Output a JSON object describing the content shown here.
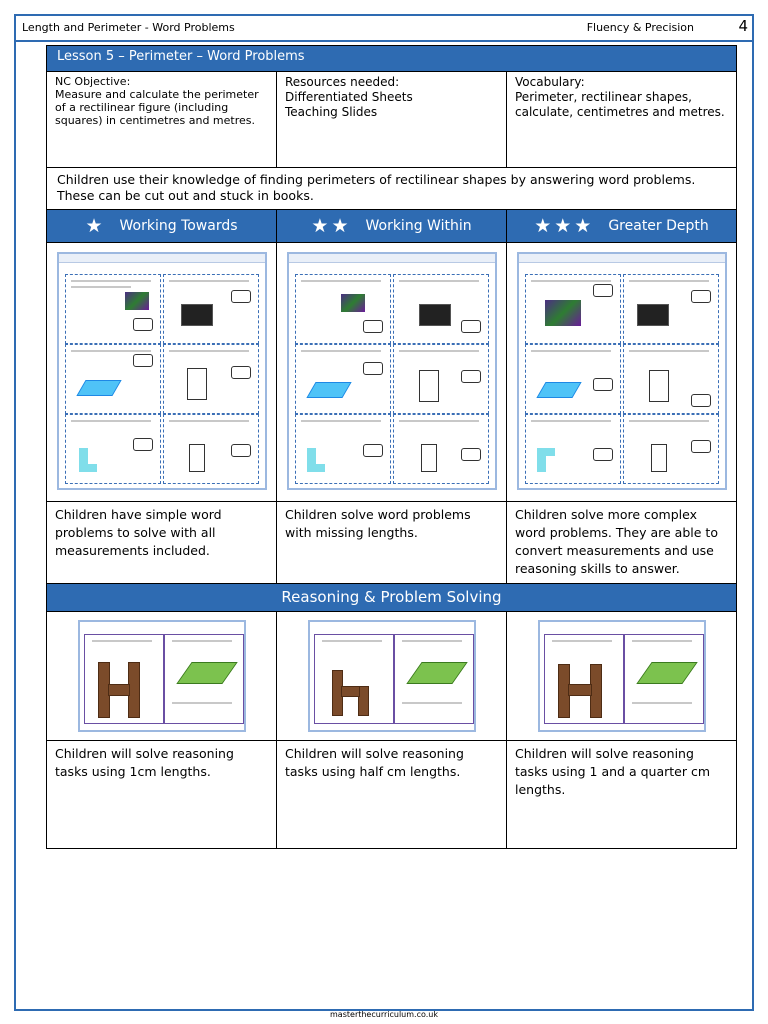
{
  "header": {
    "left": "Length and Perimeter -  Word Problems",
    "right": "Fluency & Precision",
    "page": "4"
  },
  "lesson": {
    "title": "Lesson 5 – Perimeter – Word Problems",
    "objective_label": "NC Objective:",
    "objective": "Measure and calculate the perimeter of a rectilinear figure (including squares) in centimetres and metres.",
    "resources_label": "Resources needed:",
    "resources": [
      "Differentiated Sheets",
      "Teaching Slides"
    ],
    "vocabulary_label": "Vocabulary:",
    "vocabulary": "Perimeter, rectilinear shapes, calculate, centimetres and metres.",
    "summary": "Children use their knowledge of finding perimeters of rectilinear shapes by answering word problems. These can be cut out and stuck in books."
  },
  "levels": [
    {
      "label": "Working Towards",
      "stars": "★",
      "description": "Children have simple word problems to solve with all measurements included."
    },
    {
      "label": "Working Within",
      "stars": "★★",
      "description": "Children solve word problems with missing lengths."
    },
    {
      "label": "Greater Depth",
      "stars": "★★★",
      "description": "Children solve more complex word problems. They are able to convert measurements and use reasoning skills to answer."
    }
  ],
  "reasoning": {
    "title": "Reasoning & Problem Solving",
    "descriptions": [
      "Children will solve reasoning tasks using 1cm lengths.",
      "Children will solve reasoning tasks using half cm lengths.",
      "Children will solve reasoning tasks using 1 and a quarter cm lengths."
    ]
  },
  "footer": "masterthecurriculum.co.uk",
  "colors": {
    "accent": "#2e6bb2"
  }
}
